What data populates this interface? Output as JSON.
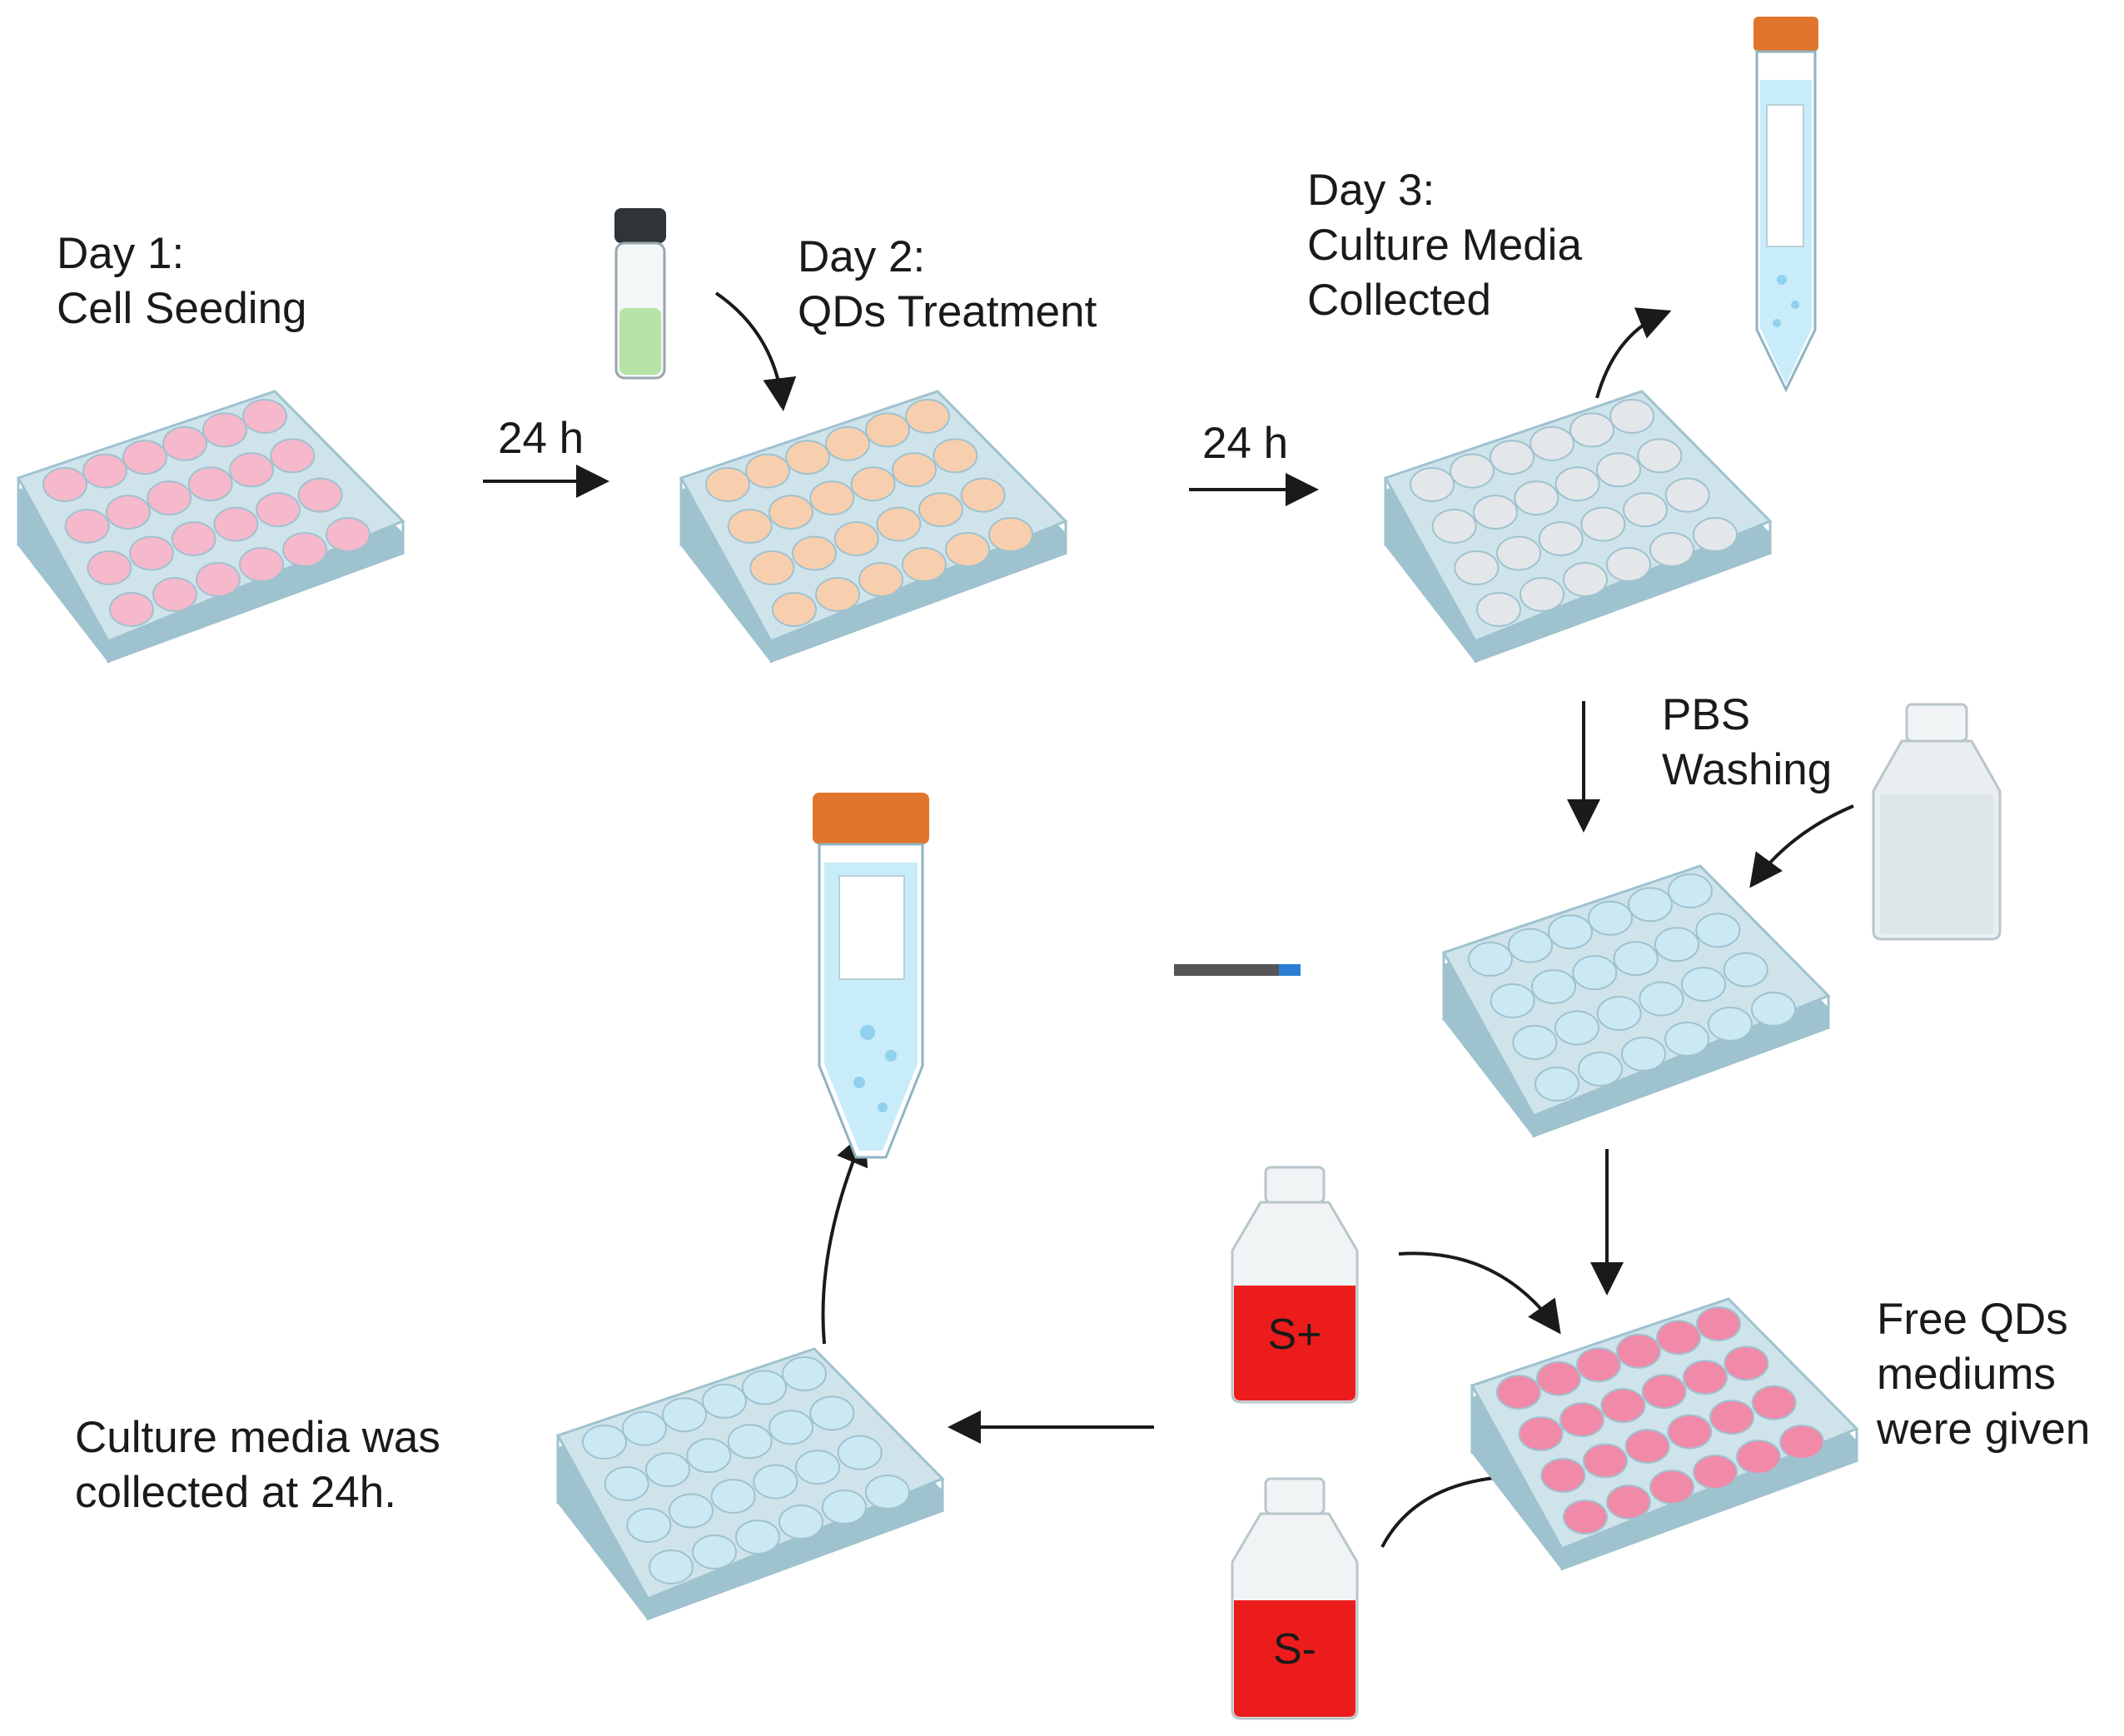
{
  "labels": {
    "day1": [
      "Day 1:",
      "Cell Seeding"
    ],
    "day2": [
      "Day 2:",
      "QDs Treatment"
    ],
    "day3": [
      "Day 3:",
      "Culture Media",
      "Collected"
    ],
    "pbs": [
      "PBS",
      "Washing"
    ],
    "free": [
      "Free QDs",
      "mediums",
      "were given"
    ],
    "collected": [
      "Culture media was",
      "collected at 24h."
    ]
  },
  "arrows": {
    "a1": "24 h",
    "a2": "24 h"
  },
  "bottles": {
    "s_plus": "S+",
    "s_minus": "S-"
  },
  "colors": {
    "plate_frame": "#cfe3ea",
    "plate_edge": "#9fc2cf",
    "well_pink": "#f6b8cb",
    "well_peach": "#f8cfae",
    "well_grey": "#e3e7e9",
    "well_blue": "#cbe9f3",
    "well_pink_deep": "#f08aa8",
    "tube_liquid": "#c9ecfb",
    "tube_cap": "#e0752d",
    "vial_liquid": "#b8e3a6",
    "vial_cap": "#2e3438",
    "medium_red": "#ec1c1c",
    "arrow": "#1a1a1a"
  }
}
